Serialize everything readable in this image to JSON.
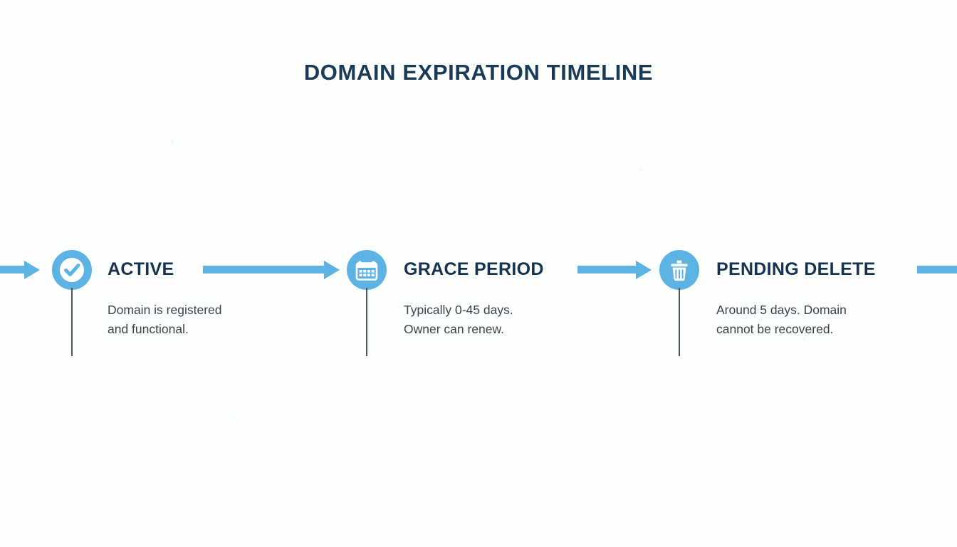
{
  "header": {
    "title": "DOMAIN EXPIRATION TIMELINE"
  },
  "colors": {
    "accent_blue": "#5cb3e4",
    "title_navy": "#1b3a57",
    "stage_title_navy": "#16324f",
    "body_gray": "#3b4349",
    "stem_gray": "#4a5560",
    "background": "#fdfefe"
  },
  "timeline": {
    "stages": [
      {
        "id": "active",
        "icon": "check-circle-icon",
        "title": "ACTIVE",
        "description": "Domain is registered\nand functional."
      },
      {
        "id": "grace-period",
        "icon": "calendar-icon",
        "title": "GRACE PERIOD",
        "description": "Typically 0-45 days.\nOwner can renew."
      },
      {
        "id": "pending-delete",
        "icon": "trash-icon",
        "title": "PENDING DELETE",
        "description": "Around 5 days. Domain\ncannot be recovered."
      }
    ],
    "connectors": [
      {
        "id": "arrow-into-active",
        "type": "arrow"
      },
      {
        "id": "arrow-active-to-grace",
        "type": "arrow"
      },
      {
        "id": "arrow-grace-to-pending",
        "type": "arrow"
      },
      {
        "id": "arrow-out-of-pending",
        "type": "bar"
      }
    ]
  }
}
